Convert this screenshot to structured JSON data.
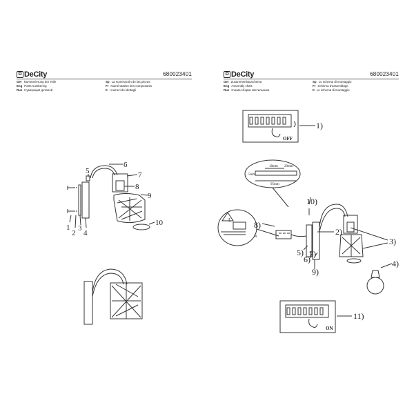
{
  "left_page": {
    "logo": "DeCity",
    "article": "680023401",
    "legend": [
      {
        "code": "Ger",
        "text": "Nummerierung der Teile"
      },
      {
        "code": "Sp",
        "text": "La numeración de las piezas"
      },
      {
        "code": "Eng",
        "text": "Parts numbering"
      },
      {
        "code": "Fr",
        "text": "Numérotation des composants"
      },
      {
        "code": "Rus",
        "text": "Нумерация деталей"
      },
      {
        "code": "It",
        "text": "I numeri dei dettagli"
      }
    ],
    "part_labels": [
      "1",
      "2",
      "3",
      "4",
      "5",
      "6",
      "7",
      "8",
      "9",
      "10"
    ]
  },
  "right_page": {
    "logo": "DeCity",
    "article": "680023401",
    "legend": [
      {
        "code": "Ger",
        "text": "Zusammenbauschema"
      },
      {
        "code": "Sp",
        "text": "Lo schema di montaggio"
      },
      {
        "code": "Eng",
        "text": "Assembly chart:"
      },
      {
        "code": "Fr",
        "text": "Schéma d'assemblage"
      },
      {
        "code": "Rus",
        "text": "Схема сборки светильника"
      },
      {
        "code": "It",
        "text": "Lo schema di montaggio"
      }
    ],
    "steps": {
      "s1": "1)",
      "s2": "2)",
      "s3": "3)",
      "s4": "4)",
      "s5": "5)",
      "s6": "6)",
      "s7": "7)",
      "s8": "8)",
      "s9": "9)",
      "s10": "10)",
      "s11": "11)"
    },
    "switch_off": "OFF",
    "switch_on": "ON",
    "wire_dims": {
      "d1": "18mm",
      "d2": "20mm",
      "d3": "5mm",
      "d4": "95mm"
    },
    "terminal_letters": {
      "l": "L",
      "n": "N"
    }
  }
}
